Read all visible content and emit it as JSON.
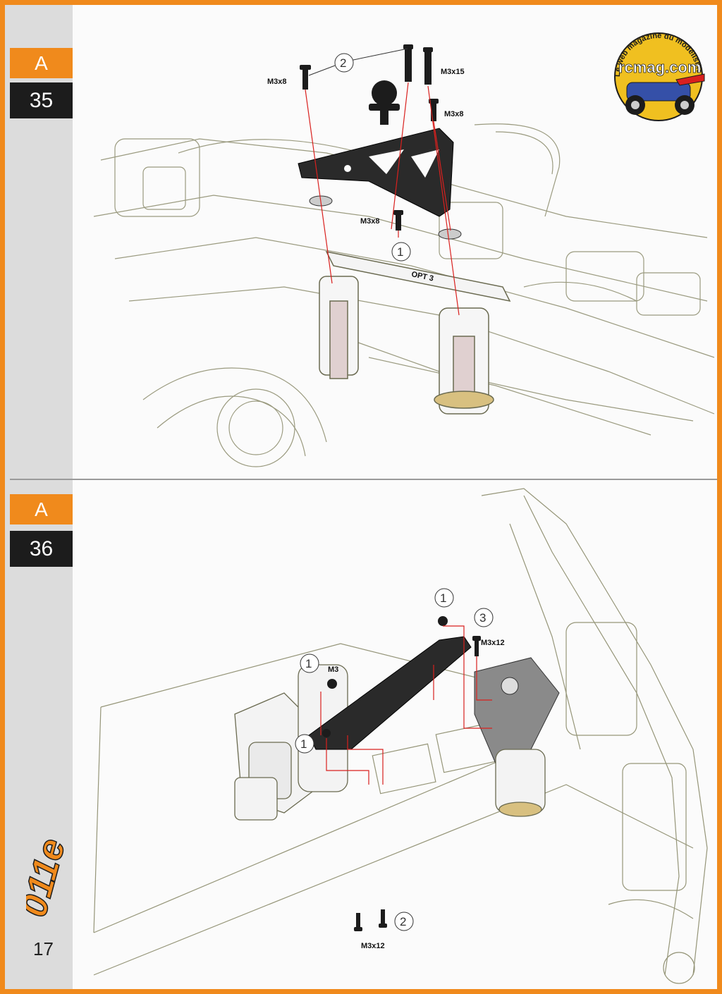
{
  "step35": {
    "section": "A",
    "number": "35",
    "callouts": [
      "1",
      "2"
    ],
    "parts": [
      "M3x8",
      "M3x15",
      "M3x8",
      "M3x8"
    ],
    "part_marking": "OPT 3"
  },
  "step36": {
    "section": "A",
    "number": "36",
    "callouts": [
      "1",
      "1",
      "2",
      "1",
      "3"
    ],
    "parts": [
      "M3",
      "M3x12",
      "M3x12"
    ]
  },
  "page_number": "17",
  "model_logo": "011e",
  "watermark": {
    "tagline": "Le web magazine du modélisme",
    "site": "rcmag.com"
  },
  "colors": {
    "accent_orange": "#f08a1c",
    "tab_dark": "#1c1c1c",
    "guide_red": "#d9201e",
    "carbon": "#2a2a2a"
  }
}
